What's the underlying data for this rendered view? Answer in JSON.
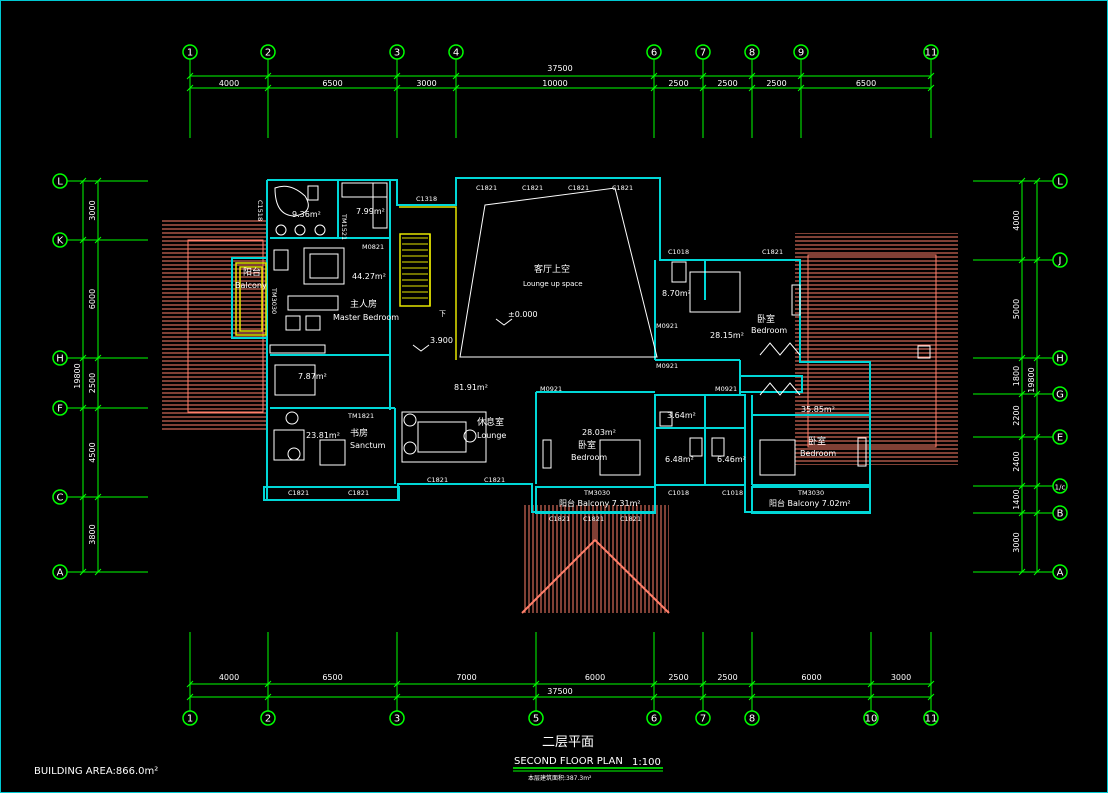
{
  "drawing": {
    "title_cn": "二层平面",
    "title_en": "SECOND FLOOR PLAN",
    "scale": "1:100",
    "building_area": "BUILDING AREA:866.0m²",
    "floor_area_note": "本层建筑面积:387.3m²",
    "total_width": "37500",
    "total_depth": "19800"
  },
  "axes": {
    "top": [
      "1",
      "2",
      "3",
      "4",
      "6",
      "7",
      "8",
      "9",
      "11"
    ],
    "top_dims": [
      "4000",
      "6500",
      "3000",
      "10000",
      "2500",
      "2500",
      "2500",
      "6500"
    ],
    "bottom": [
      "1",
      "2",
      "3",
      "5",
      "6",
      "7",
      "8",
      "10",
      "11"
    ],
    "bottom_dims": [
      "4000",
      "6500",
      "7000",
      "6000",
      "2500",
      "2500",
      "6000",
      "3000"
    ],
    "left": [
      "L",
      "K",
      "H",
      "F",
      "C",
      "A"
    ],
    "left_dims": [
      "3000",
      "6000",
      "2500",
      "4500",
      "3800"
    ],
    "right": [
      "L",
      "J",
      "H",
      "G",
      "E",
      "1/c",
      "B",
      "A"
    ],
    "right_dims": [
      "4000",
      "5000",
      "1800",
      "2200",
      "2400",
      "1400",
      "3000"
    ]
  },
  "rooms": {
    "r936": "9.36m²",
    "r799": "7.99m²",
    "master_area": "44.27m²",
    "master_cn": "主人房",
    "master_en": "Master Bedroom",
    "balcony_l_cn": "阳台",
    "balcony_l_en": "Balcony",
    "r787": "7.87m²",
    "study_area": "23.81m²",
    "study_cn": "书房",
    "study_en": "Sanctum",
    "hall_area": "81.91m²",
    "lounge_cn": "休息室",
    "lounge_en": "Lounge",
    "void_cn": "客厅上空",
    "void_en": "Lounge up space",
    "r870": "8.70m²",
    "bed1_area": "28.15m²",
    "bed1_cn": "卧室",
    "bed1_en": "Bedroom",
    "bed2_area": "28.03m²",
    "bed2_cn": "卧室",
    "bed2_en": "Bedroom",
    "r364": "3.64m²",
    "r648": "6.48m²",
    "r646": "6.46m²",
    "bed3_area": "35.85m²",
    "bed3_cn": "卧室",
    "bed3_en": "Bedroom",
    "balcony_m": "阳台 Balcony 7.31m²",
    "balcony_r": "阳台  Balcony 7.02m²",
    "elev1": "±0.000",
    "elev2": "3.900",
    "stair_down": "下"
  },
  "tags": {
    "c1518": "C1518",
    "tm1521": "TM1521",
    "m0821a": "M0821",
    "tm3030": "TM3030",
    "c1318": "C1318",
    "c1821": "C1821",
    "c1018": "C1018",
    "m0921": "M0921",
    "tm1821": "TM1821",
    "c1018b": "C1018",
    "c1821b": "C1821"
  }
}
